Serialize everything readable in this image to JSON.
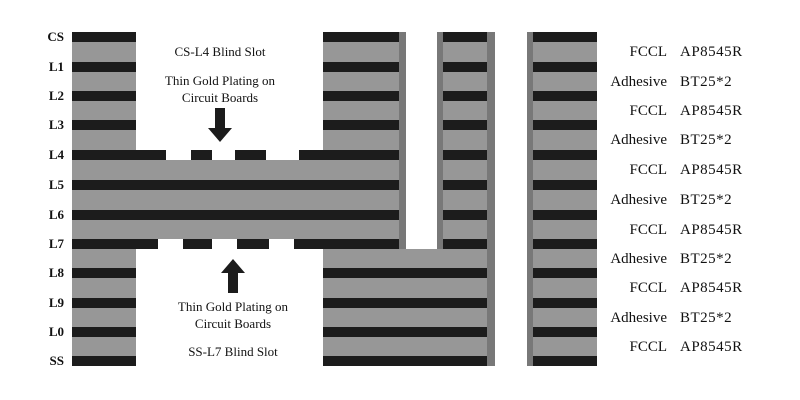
{
  "layers": [
    "CS",
    "L1",
    "L2",
    "L3",
    "L4",
    "L5",
    "L6",
    "L7",
    "L8",
    "L9",
    "L0",
    "SS"
  ],
  "stackup": [
    {
      "material": "FCCL",
      "code": "AP8545R"
    },
    {
      "material": "Adhesive",
      "code": "BT25*2"
    },
    {
      "material": "FCCL",
      "code": "AP8545R"
    },
    {
      "material": "Adhesive",
      "code": "BT25*2"
    },
    {
      "material": "FCCL",
      "code": "AP8545R"
    },
    {
      "material": "Adhesive",
      "code": "BT25*2"
    },
    {
      "material": "FCCL",
      "code": "AP8545R"
    },
    {
      "material": "Adhesive",
      "code": "BT25*2"
    },
    {
      "material": "FCCL",
      "code": "AP8545R"
    },
    {
      "material": "Adhesive",
      "code": "BT25*2"
    },
    {
      "material": "FCCL",
      "code": "AP8545R"
    }
  ],
  "top_slot": {
    "title": "CS-L4 Blind Slot",
    "note_line1": "Thin Gold Plating on",
    "note_line2": "Circuit Boards"
  },
  "bottom_slot": {
    "title": "SS-L7 Blind Slot",
    "note_line1": "Thin Gold Plating on",
    "note_line2": "Circuit Boards"
  },
  "colors": {
    "copper": "#1c1c1c",
    "dielectric": "#979797",
    "edge": "#787878"
  }
}
